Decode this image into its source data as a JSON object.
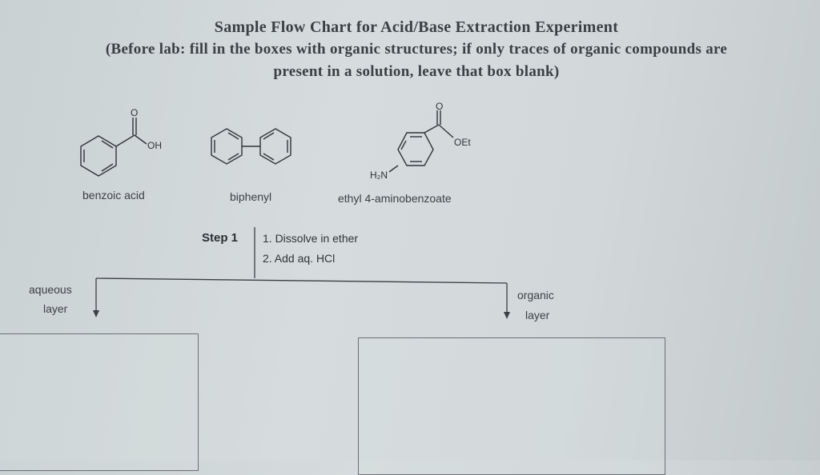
{
  "header": {
    "title": "Sample Flow Chart for Acid/Base Extraction Experiment",
    "instructions_line1": "(Before lab: fill in the boxes with organic structures; if only traces of organic compounds are",
    "instructions_line2": "present in a solution, leave that box blank)"
  },
  "compounds": [
    {
      "name": "benzoic acid",
      "group_label": "OH",
      "carbonyl_label": "O"
    },
    {
      "name": "biphenyl"
    },
    {
      "name": "ethyl 4-aminobenzoate",
      "group_label": "OEt",
      "amine_label": "H₂N",
      "carbonyl_label": "O"
    }
  ],
  "step": {
    "label": "Step 1",
    "instructions": [
      "1. Dissolve in ether",
      "2. Add aq. HCl"
    ]
  },
  "branches": {
    "left": {
      "line1": "aqueous",
      "line2": "layer"
    },
    "right": {
      "line1": "organic",
      "line2": "layer"
    }
  },
  "colors": {
    "ink": "#2f3438",
    "paper": "#d3d9db"
  }
}
